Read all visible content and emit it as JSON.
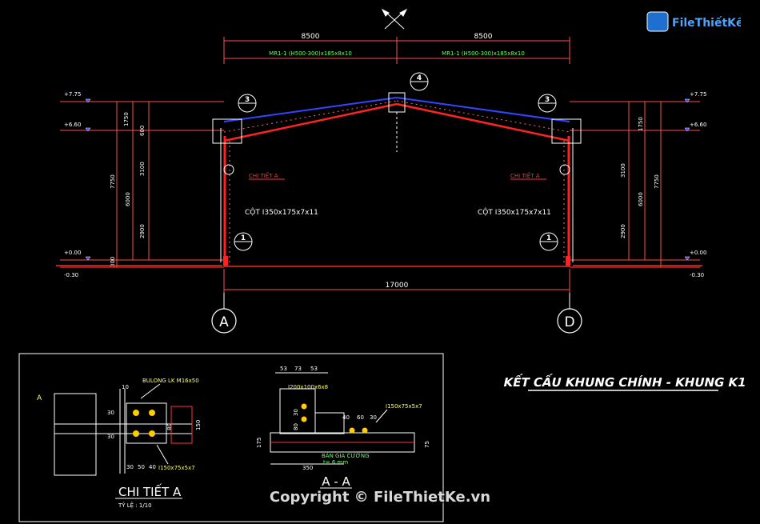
{
  "frame": {
    "top_dims": [
      "8500",
      "8500"
    ],
    "beam_labels": [
      "MR1-1 (H500-300)x185x8x10",
      "MR1-1 (H500-300)x185x8x10"
    ],
    "span": "17000",
    "elev_left": [
      "+7.75",
      "+6.60",
      "+0.00",
      "-0.30"
    ],
    "elev_right": [
      "+7.75",
      "+6.60",
      "+0.00",
      "-0.30"
    ],
    "left_dims": [
      "1750",
      "600",
      "7750",
      "3100",
      "6000",
      "2900",
      "300"
    ],
    "right_dims": [
      "1750",
      "3100",
      "7750",
      "6000",
      "2900"
    ],
    "column_label_left": "CỘT I350x175x7x11",
    "column_label_right": "CỘT I350x175x7x11",
    "detail_callout": "CHI TIẾT A",
    "markers": [
      "1",
      "3",
      "4"
    ],
    "axes": [
      "A",
      "D"
    ]
  },
  "main_title": "KẾT CẤU KHUNG CHÍNH - KHUNG K1",
  "detail_a": {
    "section_mark": "A",
    "bolt": "BULONG LK M16x50",
    "angle": "I150x75x5x7",
    "dims_top": [
      "10"
    ],
    "dims_side": [
      "30",
      "30",
      "80",
      "150"
    ],
    "dims_bottom": [
      "30",
      "50",
      "40"
    ],
    "title": "CHI TIẾT A",
    "scale": "TỶ LỆ : 1/10"
  },
  "section_aa": {
    "dims_top": [
      "53",
      "73",
      "53"
    ],
    "member": "I200x100x6x8",
    "angle": "I150x75x5x7",
    "dims": [
      "40",
      "60",
      "30",
      "30",
      "80",
      "175",
      "75",
      "350"
    ],
    "plate_note": "BẢN GIA CƯỜNG",
    "plate_thk": "t= 6 mm",
    "title": "A - A"
  },
  "watermark": {
    "logo_text": "FileThiếtKế.vn",
    "copyright": "Copyright © FileThietKe.vn"
  },
  "colors": {
    "background": "#000000",
    "steel": "#ff2222",
    "dimension": "#ff4d4d",
    "roof": "#3344ff",
    "text": "#ffffff",
    "label": "#ffff66",
    "detail_note": "#66ff66"
  }
}
